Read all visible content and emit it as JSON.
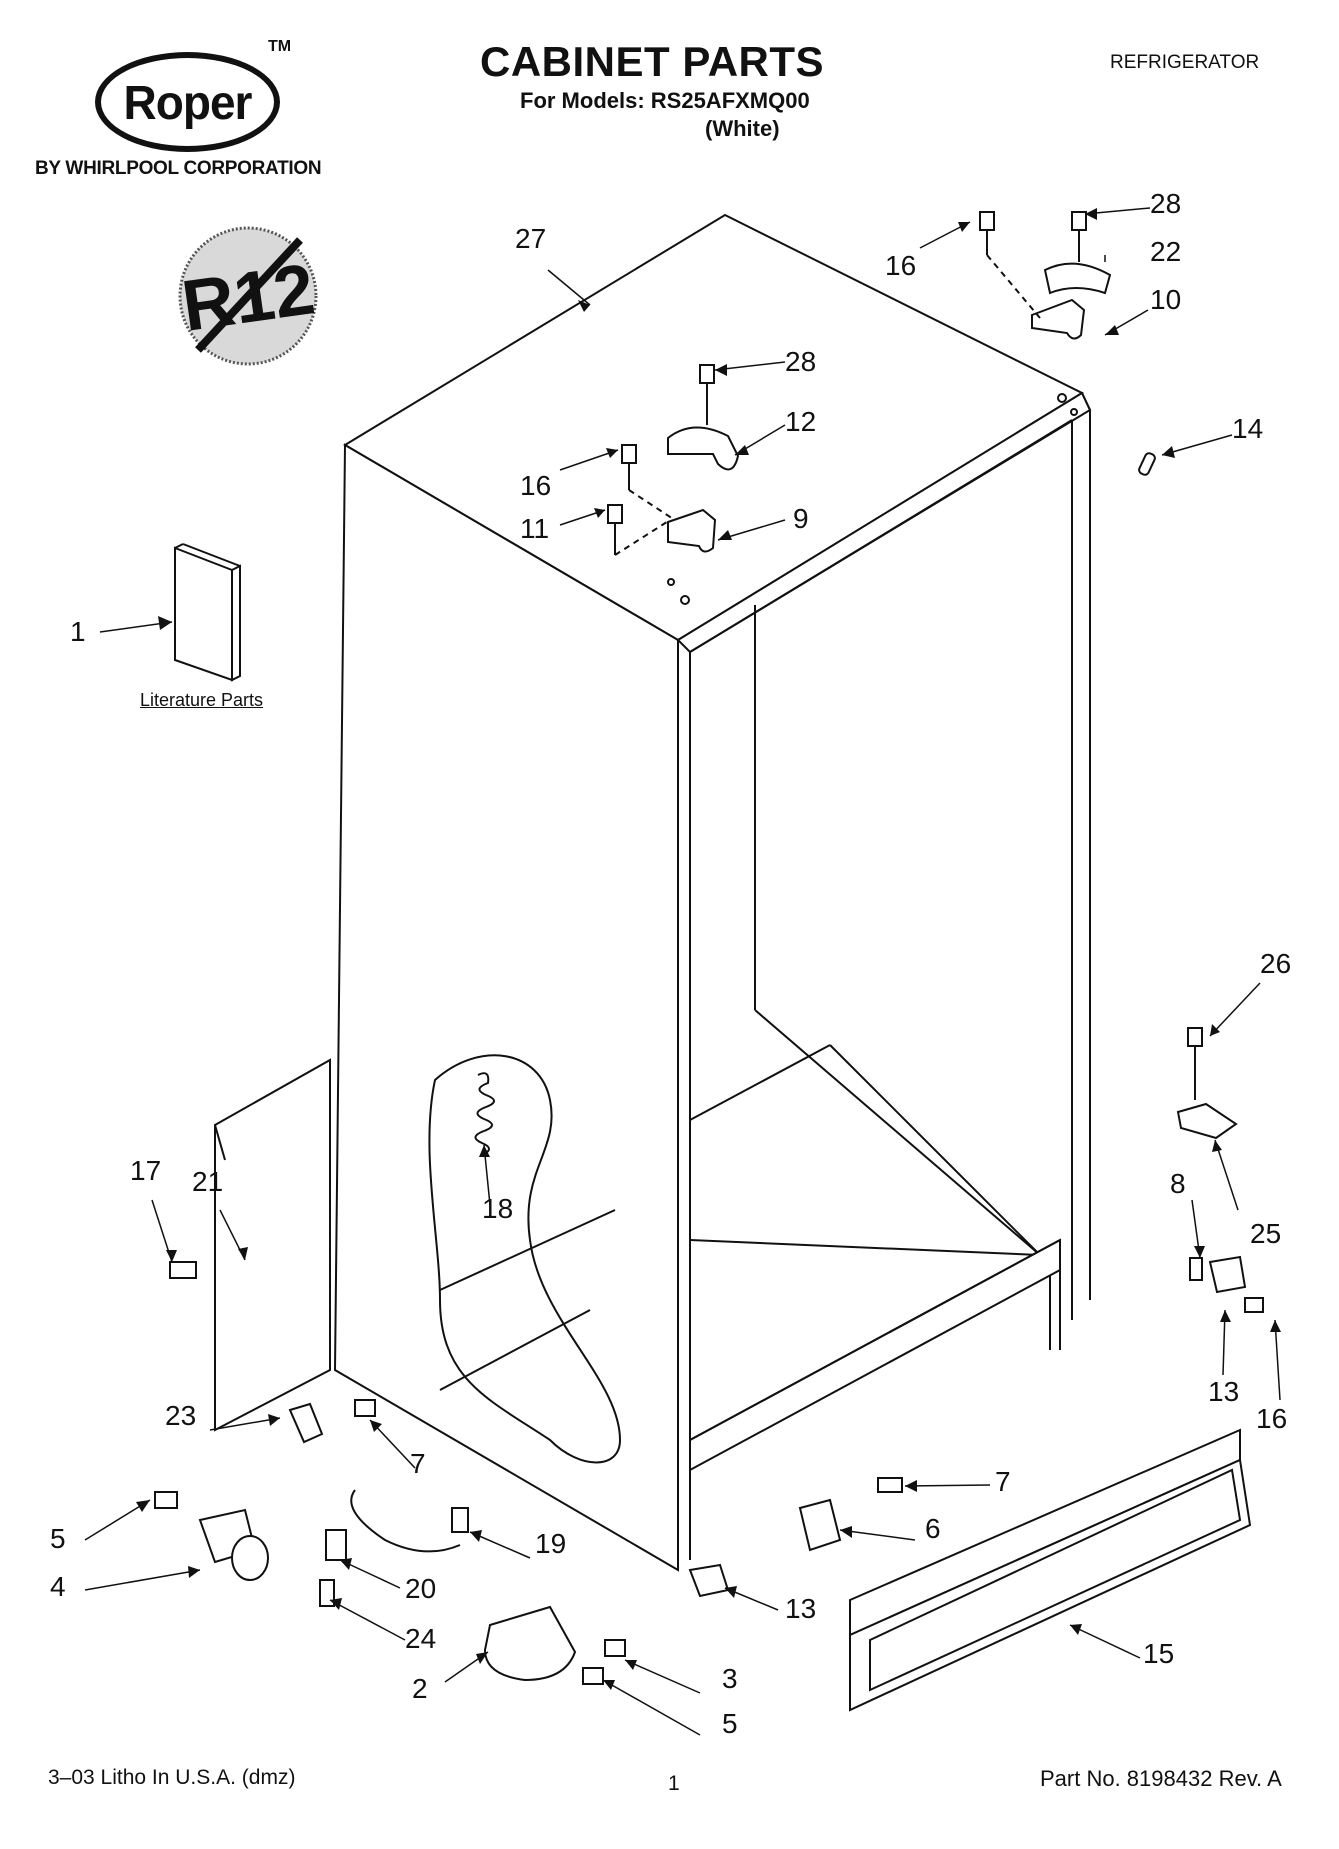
{
  "brand": {
    "logo_text": "Roper",
    "trademark": "TM",
    "subtitle": "BY WHIRLPOOL CORPORATION"
  },
  "header": {
    "title": "CABINET PARTS",
    "models": "For Models: RS25AFXMQ00",
    "variant": "(White)",
    "category": "REFRIGERATOR"
  },
  "badge": {
    "text": "R12"
  },
  "literature_label": "Literature Parts",
  "callouts": {
    "c1": "1",
    "c2": "2",
    "c3": "3",
    "c4": "4",
    "c5a": "5",
    "c5b": "5",
    "c6": "6",
    "c7a": "7",
    "c7b": "7",
    "c8": "8",
    "c9": "9",
    "c10": "10",
    "c11": "11",
    "c12": "12",
    "c13a": "13",
    "c13b": "13",
    "c14": "14",
    "c15": "15",
    "c16a": "16",
    "c16b": "16",
    "c16c": "16",
    "c17": "17",
    "c18": "18",
    "c19": "19",
    "c20": "20",
    "c21": "21",
    "c22": "22",
    "c23": "23",
    "c24": "24",
    "c25": "25",
    "c26": "26",
    "c27": "27",
    "c28a": "28",
    "c28b": "28"
  },
  "footer": {
    "left": "3–03 Litho In U.S.A. (dmz)",
    "page": "1",
    "right": "Part No. 8198432 Rev. A"
  }
}
